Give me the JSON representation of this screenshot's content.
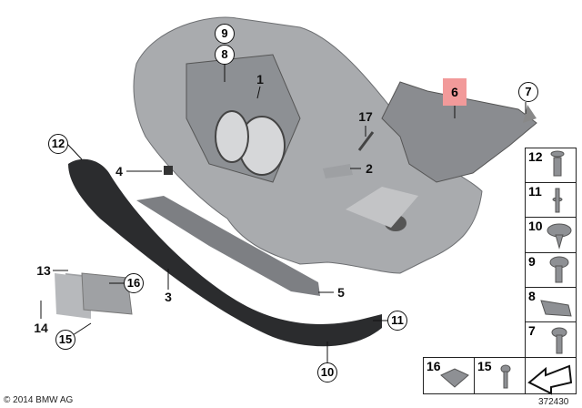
{
  "callouts": {
    "c1": "1",
    "c2": "2",
    "c3": "3",
    "c4": "4",
    "c5": "5",
    "c6": "6",
    "c7": "7",
    "c8": "8",
    "c9": "9",
    "c10": "10",
    "c11": "11",
    "c12": "12",
    "c13": "13",
    "c14": "14",
    "c15": "15",
    "c16": "16",
    "c17": "17"
  },
  "highlight_color": "#f29a9a",
  "hardware_panel": {
    "items": [
      {
        "number": "12",
        "icon": "expanding-rivet-icon"
      },
      {
        "number": "11",
        "icon": "pin-rivet-icon"
      },
      {
        "number": "10",
        "icon": "collar-screw-icon"
      },
      {
        "number": "9",
        "icon": "collar-bolt-icon"
      },
      {
        "number": "8",
        "icon": "clip-nut-icon"
      },
      {
        "number": "7",
        "icon": "washer-screw-icon"
      }
    ],
    "bottom_items": [
      {
        "number": "16",
        "icon": "square-nut-icon"
      },
      {
        "number": "15",
        "icon": "tapping-screw-icon"
      }
    ]
  },
  "copyright": "© 2014 BMW AG",
  "diagram_id": "372430"
}
